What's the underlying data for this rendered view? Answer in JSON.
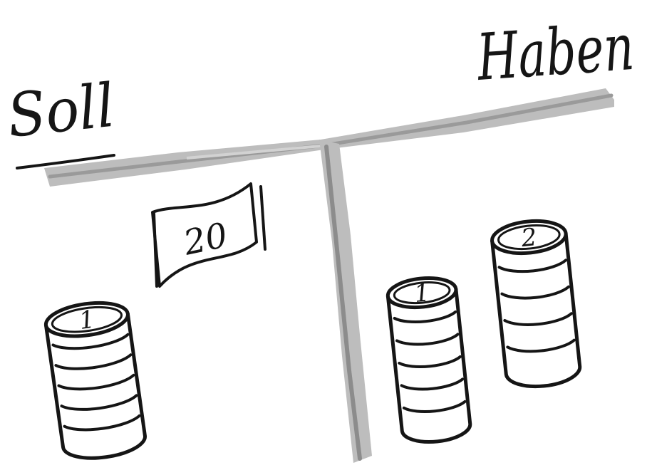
{
  "headings": {
    "debit": "Soll",
    "credit": "Haben"
  },
  "debit_side": {
    "banknote_value": "20",
    "coin_stacks": [
      {
        "coin_label": "1",
        "coin_count": 6
      }
    ]
  },
  "credit_side": {
    "coin_stacks": [
      {
        "coin_label": "1",
        "coin_count": 6
      },
      {
        "coin_label": "2",
        "coin_count": 5
      }
    ]
  },
  "colors": {
    "ink": "#151515",
    "t_bar": "#b9b9b9",
    "t_bar_dark": "#8c8c8c",
    "paper": "#ffffff"
  }
}
